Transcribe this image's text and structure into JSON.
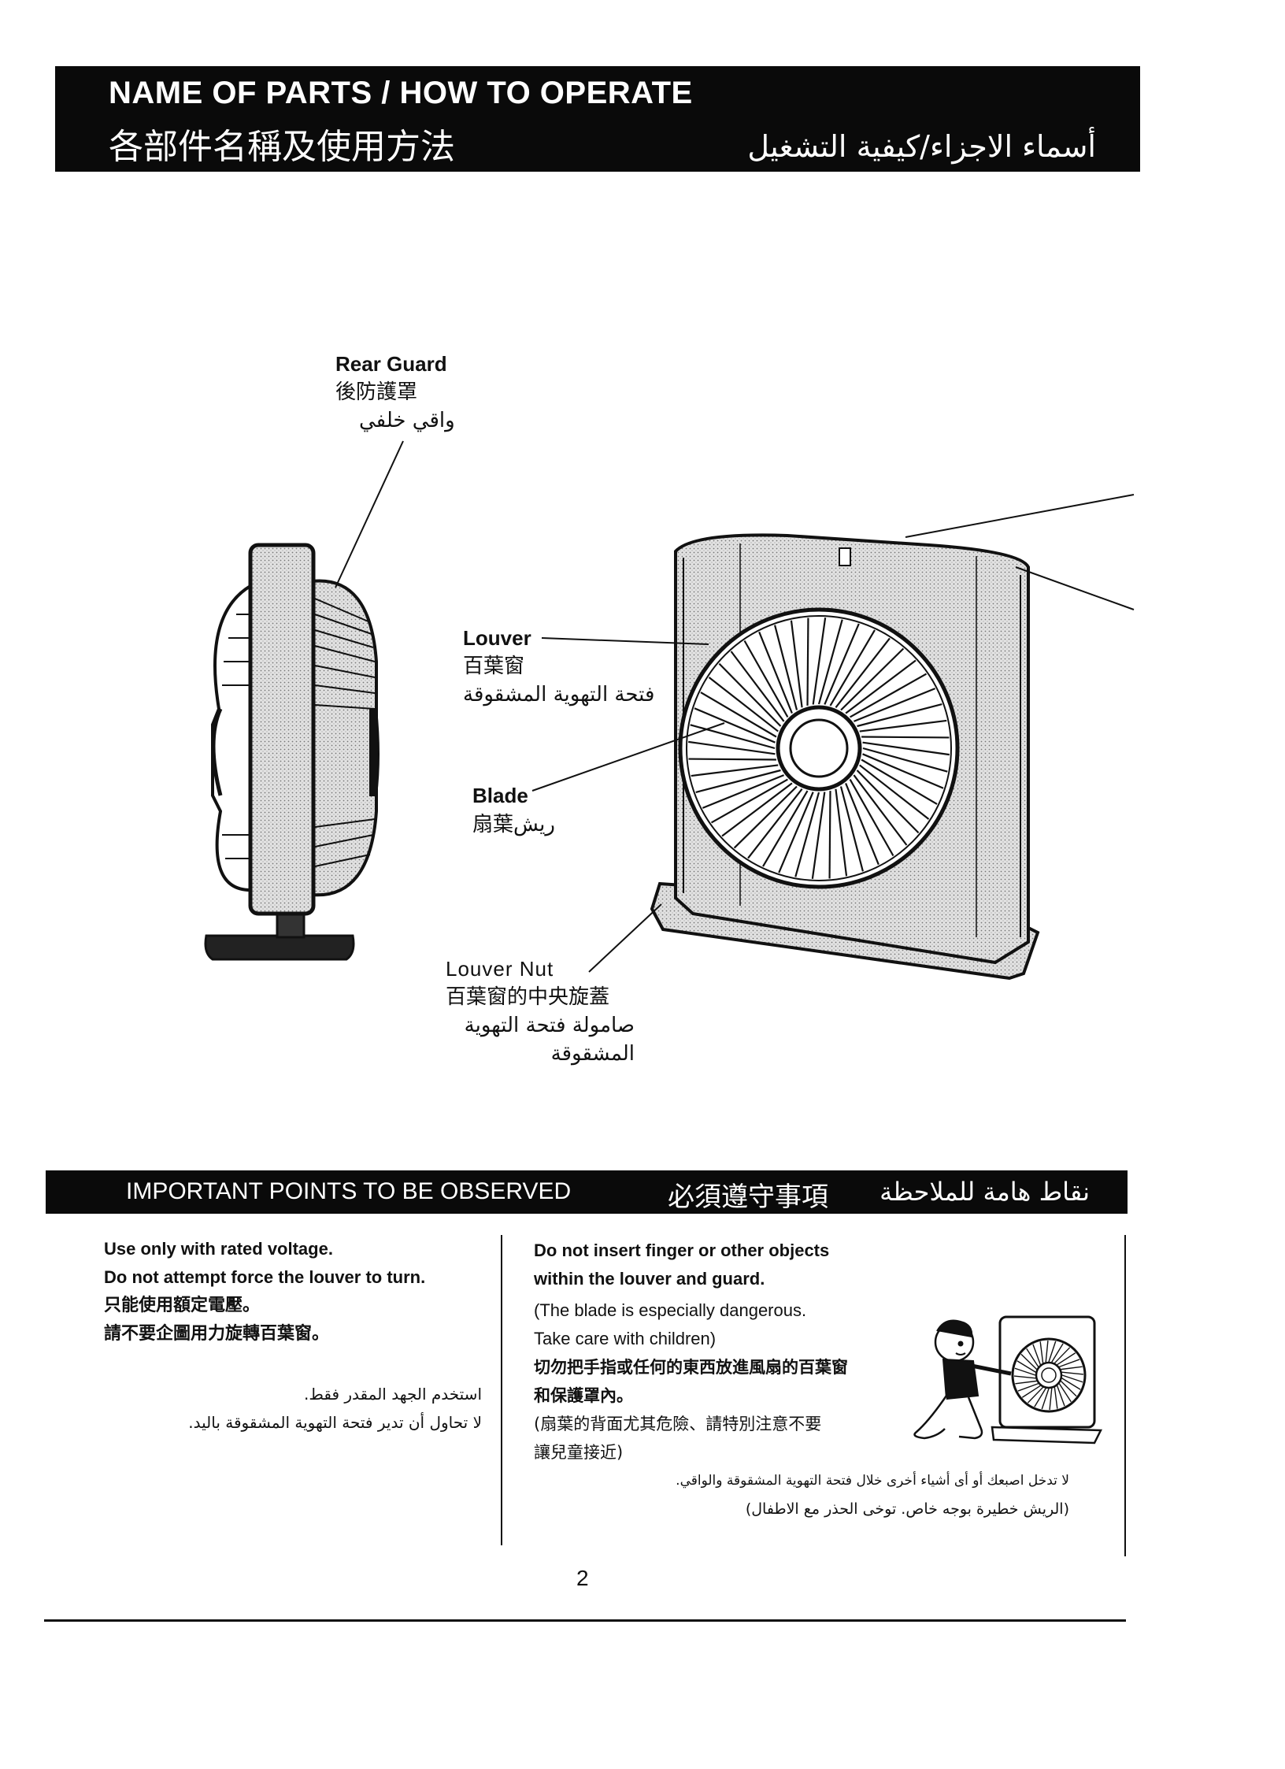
{
  "header": {
    "title_en": "NAME OF PARTS / HOW TO OPERATE",
    "title_zh": "各部件名稱及使用方法",
    "title_ar": "أسماء الاجزاء/كيفية التشغيل"
  },
  "parts": {
    "rear_guard": {
      "en": "Rear Guard",
      "zh": "後防護罩",
      "ar": "واقي خلفي"
    },
    "louver": {
      "en": "Louver",
      "zh": "百葉窗",
      "ar": "فتحة التهوية المشقوقة"
    },
    "blade": {
      "en": "Blade",
      "zh": "扇葉",
      "ar": "ريش"
    },
    "louver_nut": {
      "en": "Louver Nut",
      "zh": "百葉窗的中央旋蓋",
      "ar_1": "صامولة فتحة التهوية",
      "ar_2": "المشقوقة"
    }
  },
  "important": {
    "title_en": "IMPORTANT POINTS TO BE OBSERVED",
    "title_zh": "必須遵守事項",
    "title_ar": "نقاط هامة للملاحظة",
    "left": {
      "line1": "Use only with rated voltage.",
      "line2": "Do not attempt force the louver to turn.",
      "zh1": "只能使用額定電壓。",
      "zh2": "請不要企圖用力旋轉百葉窗。",
      "ar1": "استخدم الجهد المقدر فقط.",
      "ar2": "لا تحاول أن تدير فتحة التهوية المشقوقة باليد."
    },
    "right": {
      "line1": "Do not insert finger or other objects",
      "line2": "within the louver and guard.",
      "note1": "(The blade is especially dangerous.",
      "note2": "Take care with children)",
      "zh1": "切勿把手指或任何的東西放進風扇的百葉窗",
      "zh2": "和保護罩內。",
      "zh3": "(扇葉的背面尤其危險、請特別注意不要",
      "zh4": "讓兒童接近)",
      "ar1": "لا تدخل اصبعك أو أى أشياء أخرى خلال فتحة التهوية المشقوقة والواقي.",
      "ar2": "(الريش خطيرة بوجه خاص. توخى الحذر مع الاطفال)"
    }
  },
  "page_number": "2"
}
